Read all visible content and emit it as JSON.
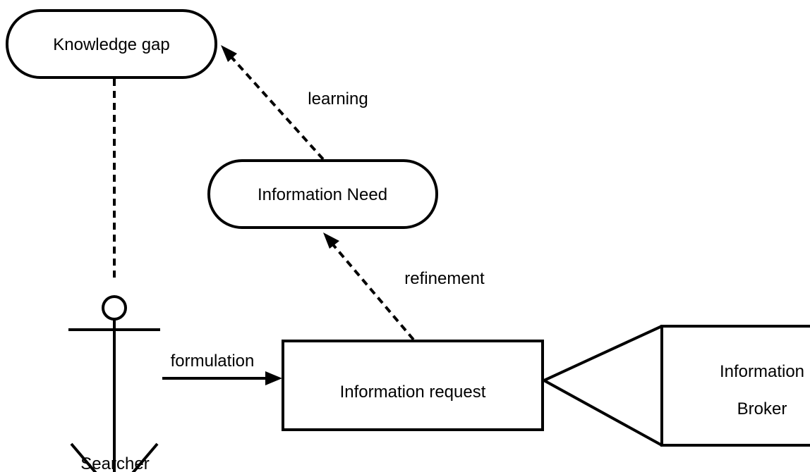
{
  "diagram": {
    "nodes": {
      "knowledge_gap": "Knowledge gap",
      "information_need": "Information Need",
      "information_request": "Information request",
      "information_broker_line1": "Information",
      "information_broker_line2": "Broker",
      "searcher": "Searcher"
    },
    "edges": {
      "learning": "learning",
      "refinement": "refinement",
      "formulation": "formulation"
    }
  },
  "colors": {
    "stroke": "#000000",
    "background": "#ffffff"
  }
}
